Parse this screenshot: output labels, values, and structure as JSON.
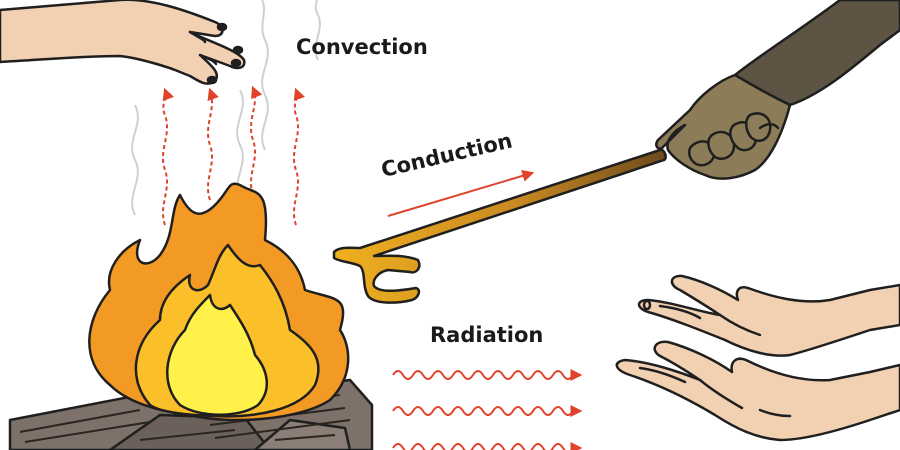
{
  "labels": {
    "convection": "Convection",
    "conduction": "Conduction",
    "radiation": "Radiation"
  },
  "colors": {
    "arrow": "#e0432b",
    "flame_outer": "#f39a24",
    "flame_mid": "#fbbf2a",
    "flame_inner": "#fff14a",
    "wood": "#7d7169",
    "wood_dark": "#2b2521",
    "skin": "#f2d1b3",
    "glove": "#8c7d58",
    "sleeve": "#5e5444",
    "poker": "#e3a526",
    "smoke": "#d0d0d0",
    "outline": "#1f1f1f"
  },
  "icons": [
    "fire-icon",
    "hand-icon",
    "gloved-hand-icon",
    "poker-icon",
    "heat-wave-arrow-icon"
  ]
}
